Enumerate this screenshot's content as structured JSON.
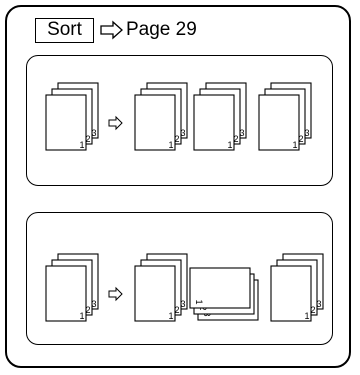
{
  "header": {
    "sort_label": "Sort",
    "page_ref": "Page 29"
  },
  "stacks": [
    {
      "type": "portrait",
      "labels": [
        "1",
        "2",
        "3"
      ]
    },
    {
      "type": "portrait",
      "labels": [
        "1",
        "2",
        "3"
      ]
    },
    {
      "type": "portrait",
      "labels": [
        "1",
        "2",
        "3"
      ]
    },
    {
      "type": "portrait",
      "labels": [
        "1",
        "2",
        "3"
      ]
    },
    {
      "type": "portrait",
      "labels": [
        "1",
        "2",
        "3"
      ]
    },
    {
      "type": "portrait",
      "labels": [
        "1",
        "2",
        "3"
      ]
    },
    {
      "type": "landscape",
      "labels": [
        "1",
        "2",
        "3"
      ]
    },
    {
      "type": "portrait",
      "labels": [
        "1",
        "2",
        "3"
      ]
    }
  ]
}
